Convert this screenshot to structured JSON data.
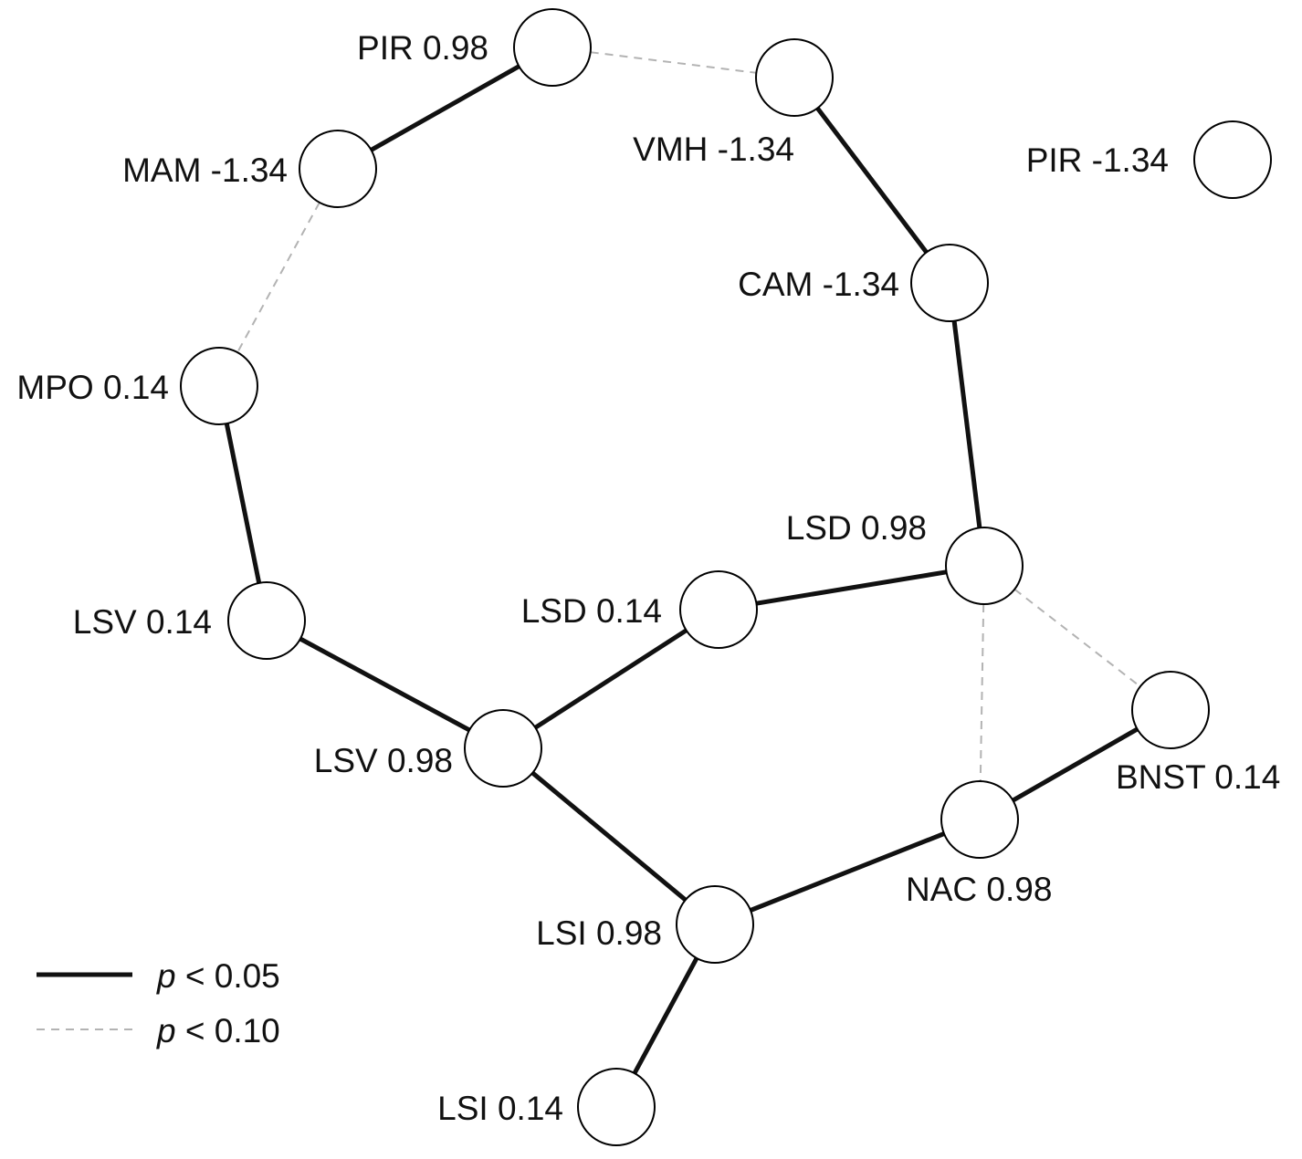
{
  "nodes": [
    {
      "id": "pir_098",
      "label": "PIR 0.98"
    },
    {
      "id": "vmh",
      "label": "VMH -1.34"
    },
    {
      "id": "pir_134",
      "label": "PIR -1.34"
    },
    {
      "id": "mam",
      "label": "MAM -1.34"
    },
    {
      "id": "cam",
      "label": "CAM -1.34"
    },
    {
      "id": "mpo",
      "label": "MPO 0.14"
    },
    {
      "id": "lsd_098",
      "label": "LSD 0.98"
    },
    {
      "id": "lsv_014",
      "label": "LSV 0.14"
    },
    {
      "id": "lsd_014",
      "label": "LSD 0.14"
    },
    {
      "id": "bnst",
      "label": "BNST 0.14"
    },
    {
      "id": "lsv_098",
      "label": "LSV 0.98"
    },
    {
      "id": "nac",
      "label": "NAC 0.98"
    },
    {
      "id": "lsi_098",
      "label": "LSI 0.98"
    },
    {
      "id": "lsi_014",
      "label": "LSI 0.14"
    }
  ],
  "edges": [
    {
      "from": "pir_098",
      "to": "mam",
      "significance": "p<0.05"
    },
    {
      "from": "pir_098",
      "to": "vmh",
      "significance": "p<0.10"
    },
    {
      "from": "mam",
      "to": "mpo",
      "significance": "p<0.10"
    },
    {
      "from": "vmh",
      "to": "cam",
      "significance": "p<0.05"
    },
    {
      "from": "cam",
      "to": "lsd_098",
      "significance": "p<0.05"
    },
    {
      "from": "mpo",
      "to": "lsv_014",
      "significance": "p<0.05"
    },
    {
      "from": "lsd_098",
      "to": "lsd_014",
      "significance": "p<0.05"
    },
    {
      "from": "lsd_098",
      "to": "bnst",
      "significance": "p<0.10"
    },
    {
      "from": "lsd_098",
      "to": "nac",
      "significance": "p<0.10"
    },
    {
      "from": "lsv_014",
      "to": "lsv_098",
      "significance": "p<0.05"
    },
    {
      "from": "lsd_014",
      "to": "lsv_098",
      "significance": "p<0.05"
    },
    {
      "from": "bnst",
      "to": "nac",
      "significance": "p<0.05"
    },
    {
      "from": "lsv_098",
      "to": "lsi_098",
      "significance": "p<0.05"
    },
    {
      "from": "nac",
      "to": "lsi_098",
      "significance": "p<0.05"
    },
    {
      "from": "lsi_098",
      "to": "lsi_014",
      "significance": "p<0.05"
    }
  ],
  "legend": {
    "solid": {
      "italic": "p",
      "rest": " < 0.05"
    },
    "dashed": {
      "italic": "p",
      "rest": " < 0.10"
    }
  },
  "colors": {
    "solid_edge": "#111111",
    "dashed_edge": "#b3b3b3",
    "node_fill": "#ffffff",
    "node_stroke": "#000000"
  }
}
